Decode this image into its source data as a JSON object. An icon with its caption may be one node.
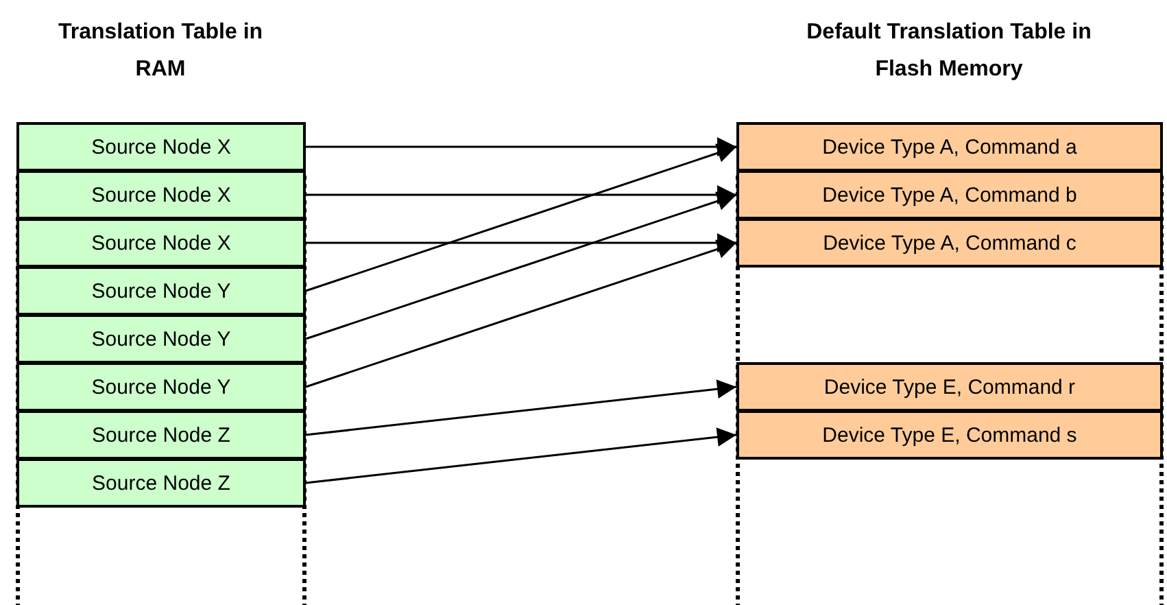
{
  "diagram": {
    "nodes": [
      {
        "text": [
          "Source Node X"
        ]
      },
      {
        "text": [
          "Source Node X"
        ]
      },
      {
        "text": [
          "Source Node X"
        ]
      },
      {
        "text": [
          "Source Node Y"
        ]
      },
      {
        "text": [
          "Source Node Y"
        ]
      },
      {
        "text": [
          "Source Node Y"
        ]
      },
      {
        "text": [
          "Source Node Z"
        ]
      },
      {
        "text": [
          "Source Node Z"
        ]
      },
      {
        "text": [
          "Device Type A, Command a"
        ]
      },
      {
        "text": [
          "Device Type A, Command b"
        ]
      },
      {
        "text": [
          "Device Type A, Command c"
        ]
      },
      {
        "text": [
          "Device Type E, Command r"
        ]
      },
      {
        "text": [
          "Device Type E, Command s"
        ]
      }
    ],
    "edges": [
      {
        "from": 0,
        "to": 8,
        "arrow": "to"
      },
      {
        "from": 1,
        "to": 9,
        "arrow": "to"
      },
      {
        "from": 2,
        "to": 10,
        "arrow": "to"
      },
      {
        "from": 3,
        "to": 8,
        "arrow": "to"
      },
      {
        "from": 4,
        "to": 9,
        "arrow": "to"
      },
      {
        "from": 5,
        "to": 10,
        "arrow": "to"
      },
      {
        "from": 6,
        "to": 11,
        "arrow": "to"
      },
      {
        "from": 7,
        "to": 12,
        "arrow": "to"
      }
    ],
    "labels": [
      "Translation Table in RAM",
      "Default Translation Table in Flash Memory"
    ]
  }
}
